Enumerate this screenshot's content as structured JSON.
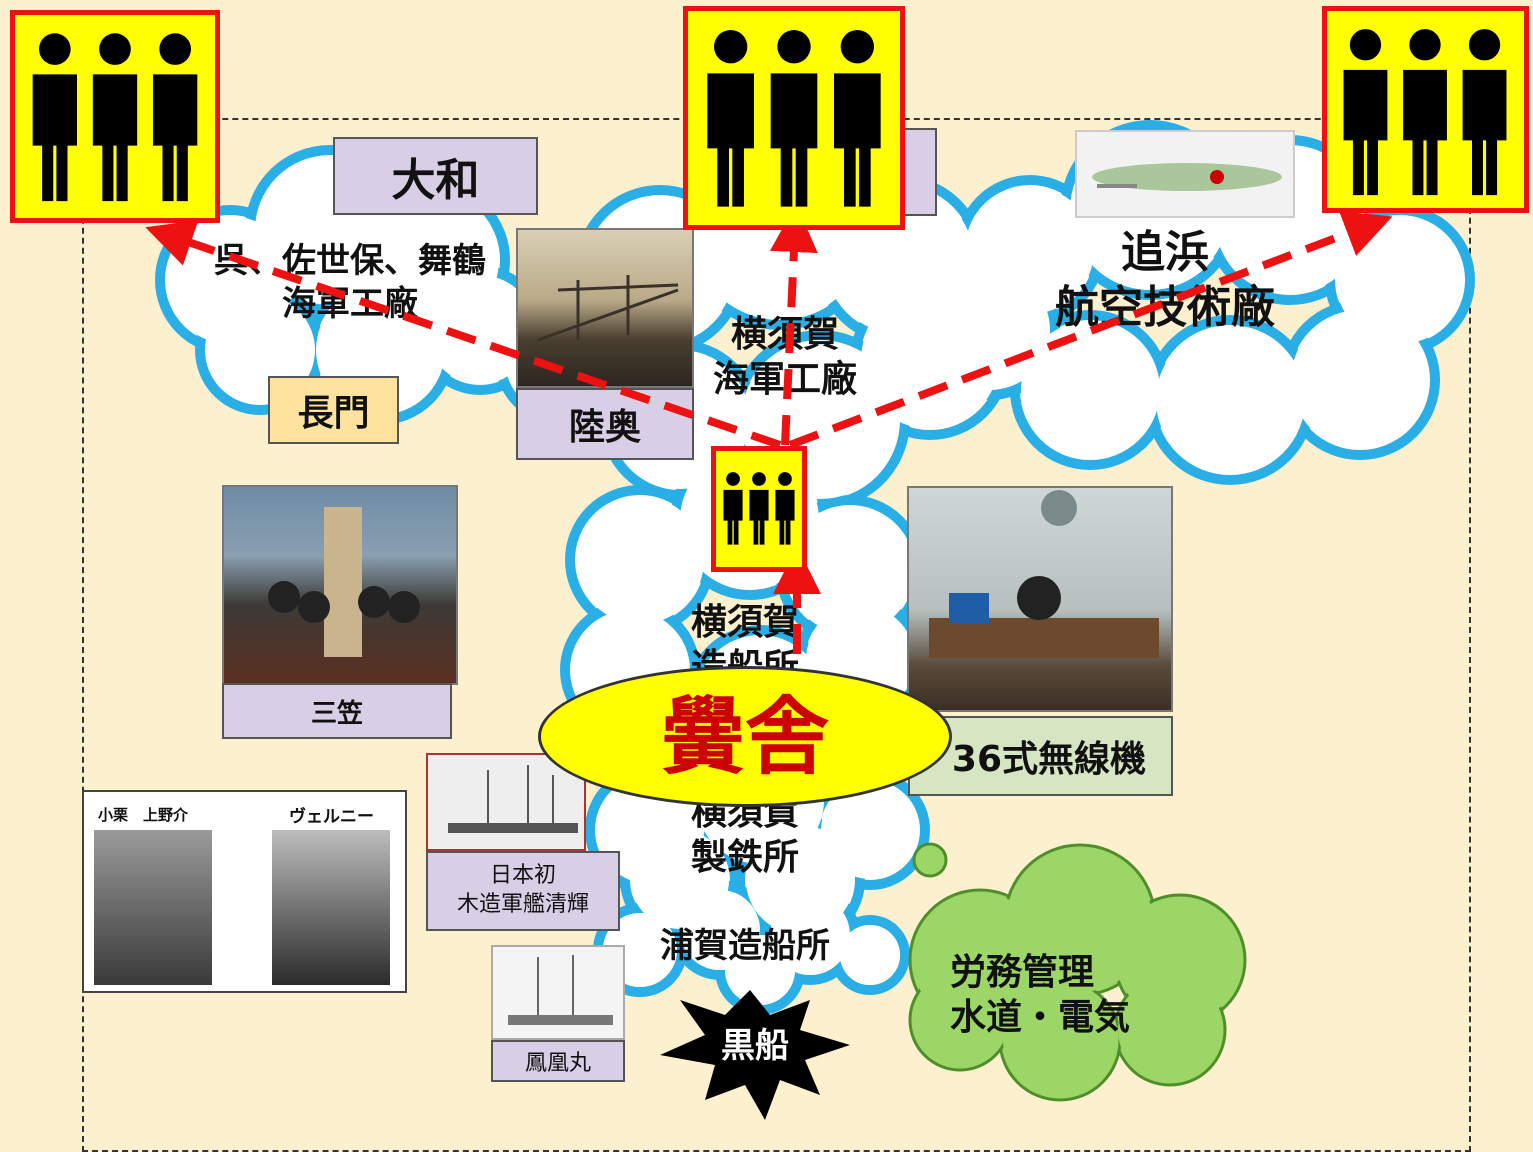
{
  "clouds": {
    "kure": "呉、佐世保、舞鶴\n海軍工廠",
    "yokosuka_arsenal": "横須賀\n海軍工廠",
    "oppama": "追浜\n航空技術廠",
    "yokosuka_shipyard": "横須賀\n造船所",
    "yokosuka_ironworks": "横須賀\n製鉄所",
    "uraga": "浦賀造船所",
    "labor": "労務管理\n水道・電気"
  },
  "labels": {
    "yamato": "大和",
    "nagato": "長門",
    "mutsu": "陸奥",
    "mikasa": "三笠",
    "radio": "36式無線機",
    "first_warship": "日本初\n木造軍艦清輝",
    "hououmaru": "鳳凰丸",
    "oguri": "小栗　上野介",
    "verny": "ヴェルニー"
  },
  "center": {
    "title": "黌舎"
  },
  "burst": {
    "label": "黒船"
  },
  "icons": [
    "people-icon",
    "people-icon",
    "people-icon",
    "people-icon"
  ],
  "colors": {
    "background": "#fdf0cf",
    "cloud_fill": "#ffffff",
    "cloud_stroke": "#29aee6",
    "green_cloud": "#9bd666",
    "people_box": "#ffff00",
    "people_border": "#ee1111",
    "arrow": "#ee1111",
    "ellipse": "#ffff00",
    "ellipse_text": "#cc0000",
    "label_purple": "#d8cfe6",
    "label_yellow": "#fde39e",
    "label_green": "#d6e6c3"
  }
}
